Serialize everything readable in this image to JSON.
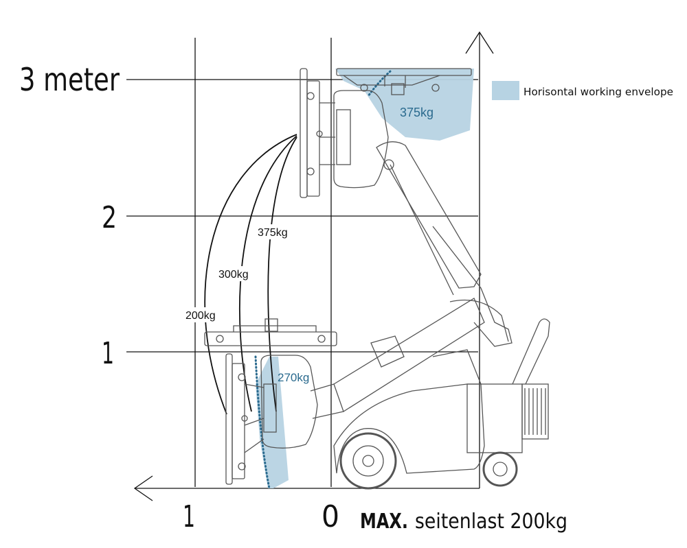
{
  "axes": {
    "y_labels": [
      "3 meter",
      "2",
      "1"
    ],
    "x_labels": [
      "1",
      "0"
    ],
    "note_bold": "MAX.",
    "note_rest": "seitenlast 200kg"
  },
  "legend": {
    "label": "Horisontal working envelope",
    "color": "#b7d3e3"
  },
  "loads": {
    "top_envelope": "375kg",
    "bottom_envelope": "270kg",
    "curve_200": "200kg",
    "curve_300": "300kg",
    "curve_375": "375kg"
  },
  "colors": {
    "envelope_fill": "#b7d3e3",
    "envelope_text": "#2a6a8e",
    "dotted": "#2a6a8e",
    "lines": "#111111",
    "machine": "#6b6b6b"
  }
}
